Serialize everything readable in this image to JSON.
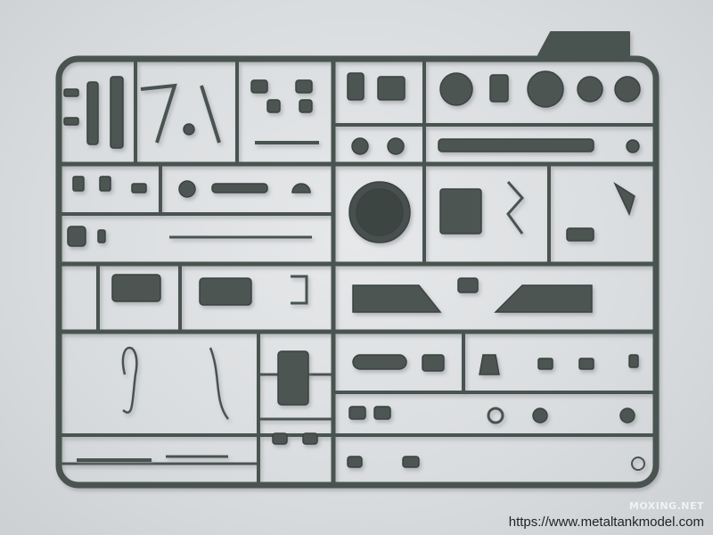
{
  "photo": {
    "subject": "plastic-model-sprue-frame",
    "sprue_color": "#4a5250",
    "background_color": "#d9dcde"
  },
  "watermark": {
    "brand": "MOXING.NET",
    "url": "https://www.metaltankmodel.com"
  }
}
